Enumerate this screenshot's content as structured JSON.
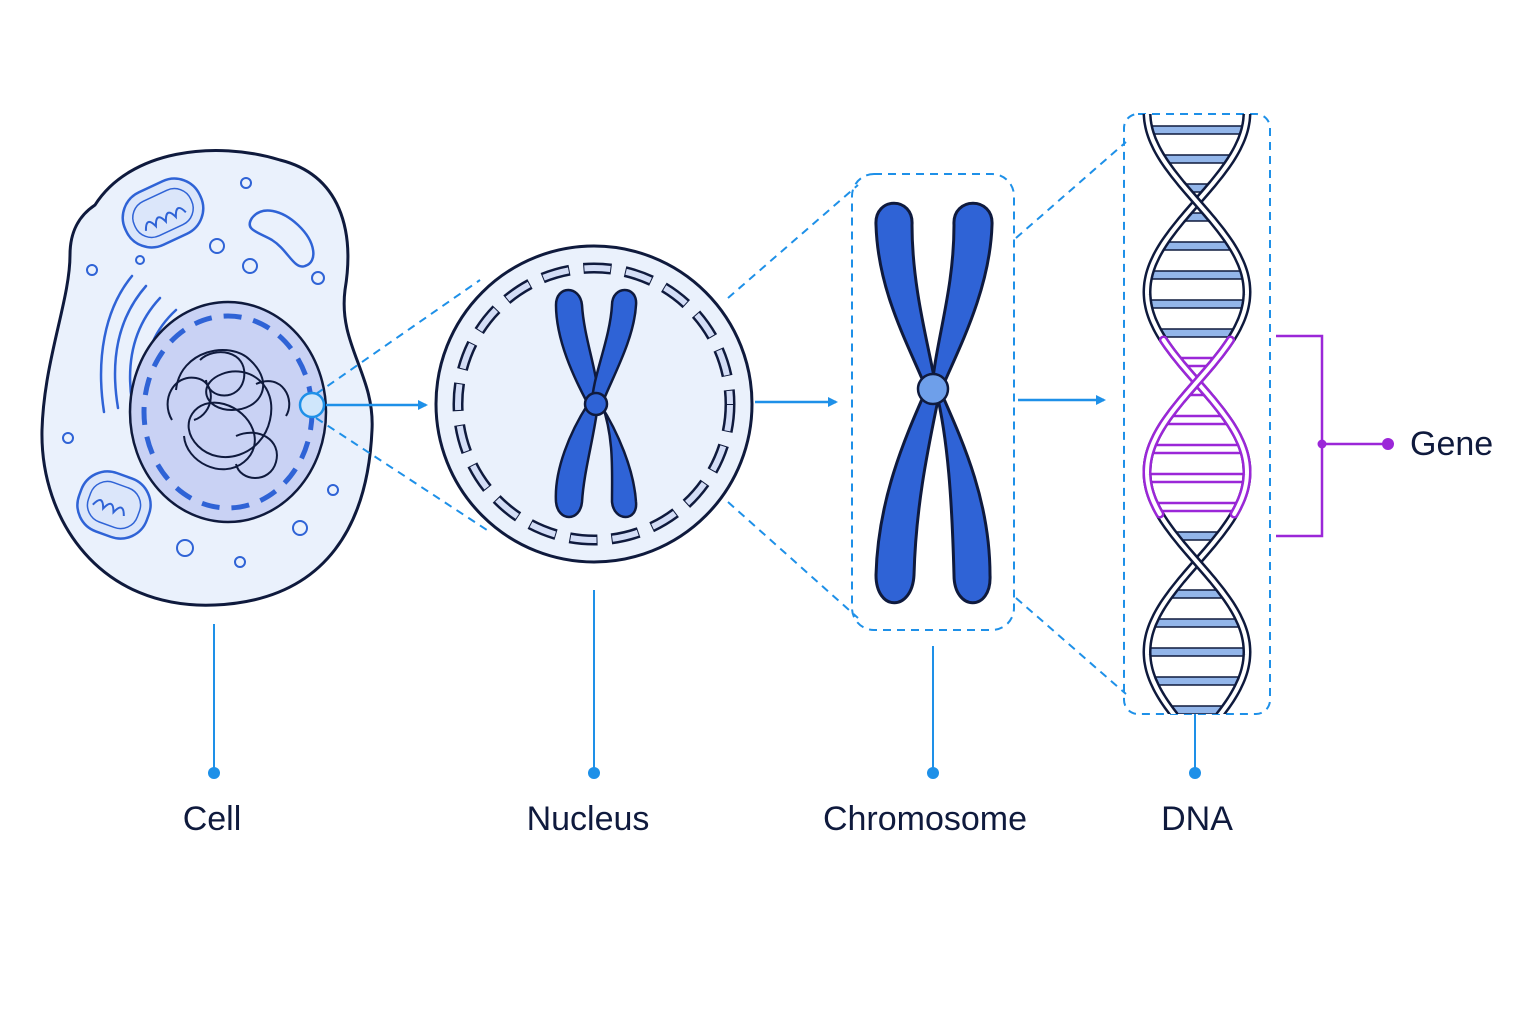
{
  "labels": {
    "cell": "Cell",
    "nucleus": "Nucleus",
    "chromosome": "Chromosome",
    "dna": "DNA",
    "gene": "Gene"
  },
  "colors": {
    "outline": "#0f1a3d",
    "accent": "#1e90e8",
    "chromosome_fill": "#2f63d6",
    "cell_fill": "#eaf1fc",
    "nucleus_fill": "#c9d2f4",
    "gene": "#9b27d8",
    "rung": "#93b6ea"
  },
  "icons": [
    "cell-icon",
    "nucleus-icon",
    "chromosome-icon",
    "dna-icon",
    "mitochondrion-icon"
  ]
}
